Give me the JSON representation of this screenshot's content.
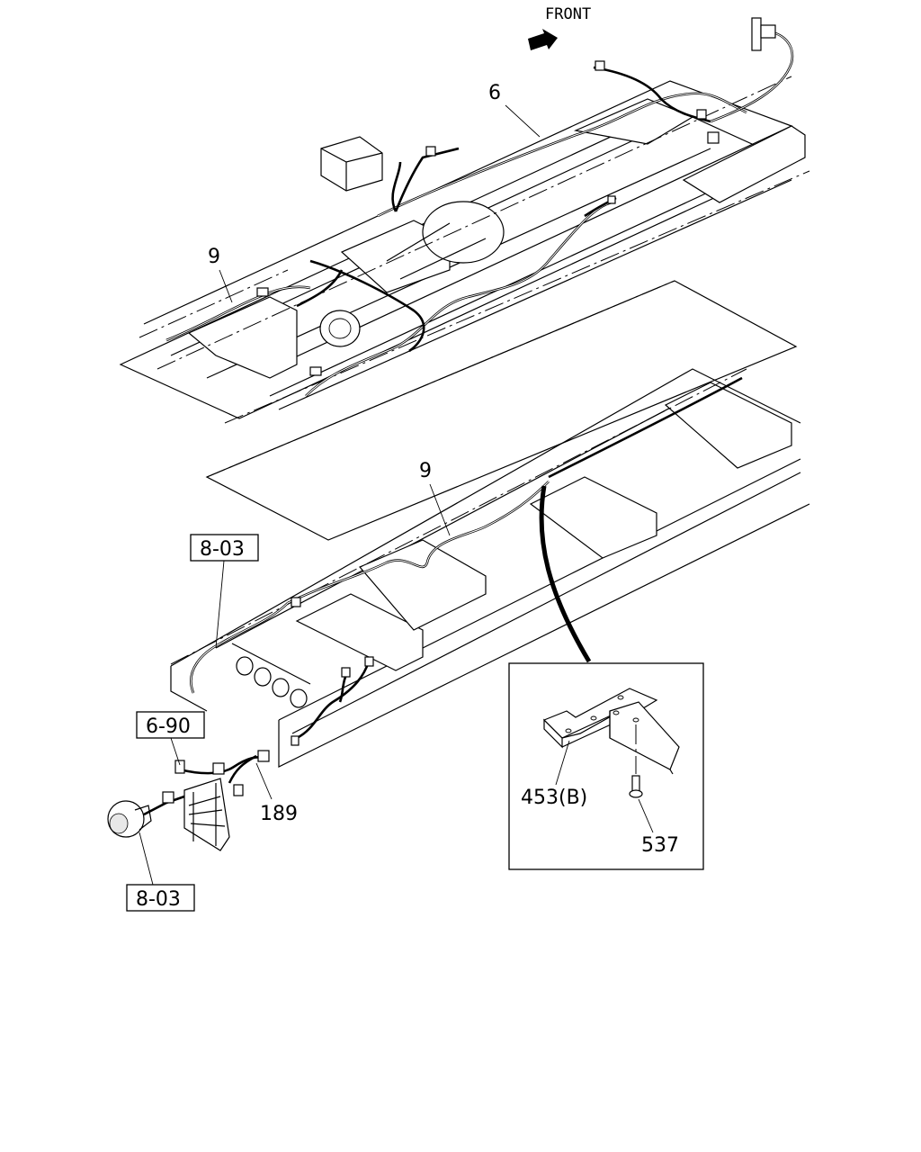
{
  "orientation": {
    "front_label": "FRONT"
  },
  "callouts": {
    "part_6": "6",
    "part_9_upper": "9",
    "part_9_lower": "9",
    "part_189": "189",
    "part_453b": "453(B)",
    "part_537": "537"
  },
  "references": {
    "ref_8_03_top": "8-03",
    "ref_6_90": "6-90",
    "ref_8_03_bottom": "8-03"
  }
}
